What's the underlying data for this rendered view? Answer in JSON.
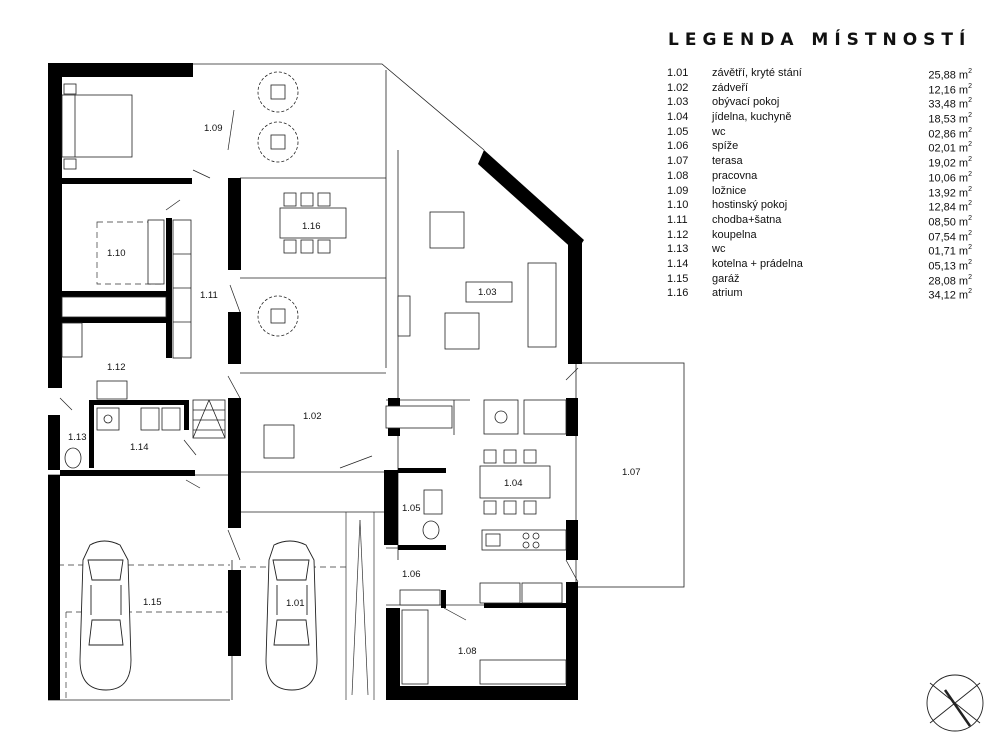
{
  "legend": {
    "title": "LEGENDA MÍSTNOSTÍ",
    "area_unit": "m",
    "area_unit_power": "2",
    "rooms": [
      {
        "number": "1.01",
        "name": "závětří, kryté stání",
        "area": "25,88"
      },
      {
        "number": "1.02",
        "name": "zádveří",
        "area": "12,16"
      },
      {
        "number": "1.03",
        "name": "obývací pokoj",
        "area": "33,48"
      },
      {
        "number": "1.04",
        "name": "jídelna, kuchyně",
        "area": "18,53"
      },
      {
        "number": "1.05",
        "name": "wc",
        "area": "02,86"
      },
      {
        "number": "1.06",
        "name": "spíže",
        "area": "02,01"
      },
      {
        "number": "1.07",
        "name": "terasa",
        "area": "19,02"
      },
      {
        "number": "1.08",
        "name": "pracovna",
        "area": "10,06"
      },
      {
        "number": "1.09",
        "name": "ložnice",
        "area": "13,92"
      },
      {
        "number": "1.10",
        "name": "hostinský pokoj",
        "area": "12,84"
      },
      {
        "number": "1.11",
        "name": "chodba+šatna",
        "area": "08,50"
      },
      {
        "number": "1.12",
        "name": "koupelna",
        "area": "07,54"
      },
      {
        "number": "1.13",
        "name": "wc",
        "area": "01,71"
      },
      {
        "number": "1.14",
        "name": "kotelna + prádelna",
        "area": "05,13"
      },
      {
        "number": "1.15",
        "name": "garáž",
        "area": "28,08"
      },
      {
        "number": "1.16",
        "name": "atrium",
        "area": "34,12"
      }
    ]
  },
  "plan_labels": {
    "r101": "1.01",
    "r102": "1.02",
    "r103": "1.03",
    "r104": "1.04",
    "r105": "1.05",
    "r106": "1.06",
    "r107": "1.07",
    "r108": "1.08",
    "r109": "1.09",
    "r110": "1.10",
    "r111": "1.11",
    "r112": "1.12",
    "r113": "1.13",
    "r114": "1.14",
    "r115": "1.15",
    "r116": "1.16"
  }
}
